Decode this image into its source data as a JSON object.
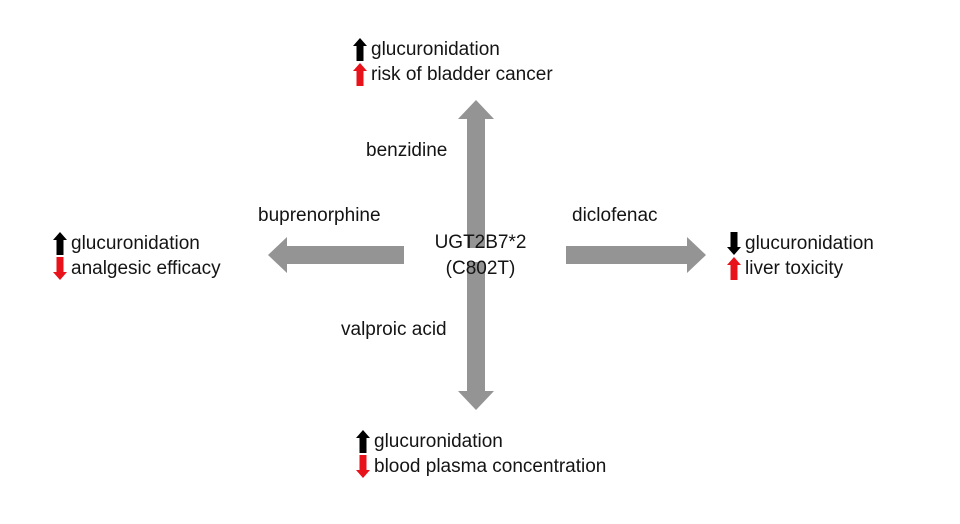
{
  "diagram": {
    "type": "radial-relationship-diagram",
    "background_color": "#ffffff",
    "arrow_color": "#949494",
    "text_color": "#141414",
    "increase_color": "#000000",
    "decrease_color": "#e8121a",
    "center_node": {
      "line1": "UGT2B7*2",
      "line2": "(C802T)"
    },
    "branches": [
      {
        "direction": "up",
        "drug_label": "benzidine",
        "outcomes": [
          {
            "glyph": "arrow-up-black-icon",
            "change": "increase",
            "color": "#000000",
            "text": "glucuronidation"
          },
          {
            "glyph": "arrow-up-red-icon",
            "change": "increase",
            "color": "#e8121a",
            "text": "risk of bladder cancer"
          }
        ]
      },
      {
        "direction": "left",
        "drug_label": "buprenorphine",
        "outcomes": [
          {
            "glyph": "arrow-up-black-icon",
            "change": "increase",
            "color": "#000000",
            "text": "glucuronidation"
          },
          {
            "glyph": "arrow-down-red-icon",
            "change": "decrease",
            "color": "#e8121a",
            "text": "analgesic efficacy"
          }
        ]
      },
      {
        "direction": "right",
        "drug_label": "diclofenac",
        "outcomes": [
          {
            "glyph": "arrow-down-black-icon",
            "change": "decrease",
            "color": "#000000",
            "text": "glucuronidation"
          },
          {
            "glyph": "arrow-up-red-icon",
            "change": "increase",
            "color": "#e8121a",
            "text": "liver toxicity"
          }
        ]
      },
      {
        "direction": "down",
        "drug_label": "valproic acid",
        "outcomes": [
          {
            "glyph": "arrow-up-black-icon",
            "change": "increase",
            "color": "#000000",
            "text": "glucuronidation"
          },
          {
            "glyph": "arrow-down-red-icon",
            "change": "decrease",
            "color": "#e8121a",
            "text": "blood plasma concentration"
          }
        ]
      }
    ]
  }
}
